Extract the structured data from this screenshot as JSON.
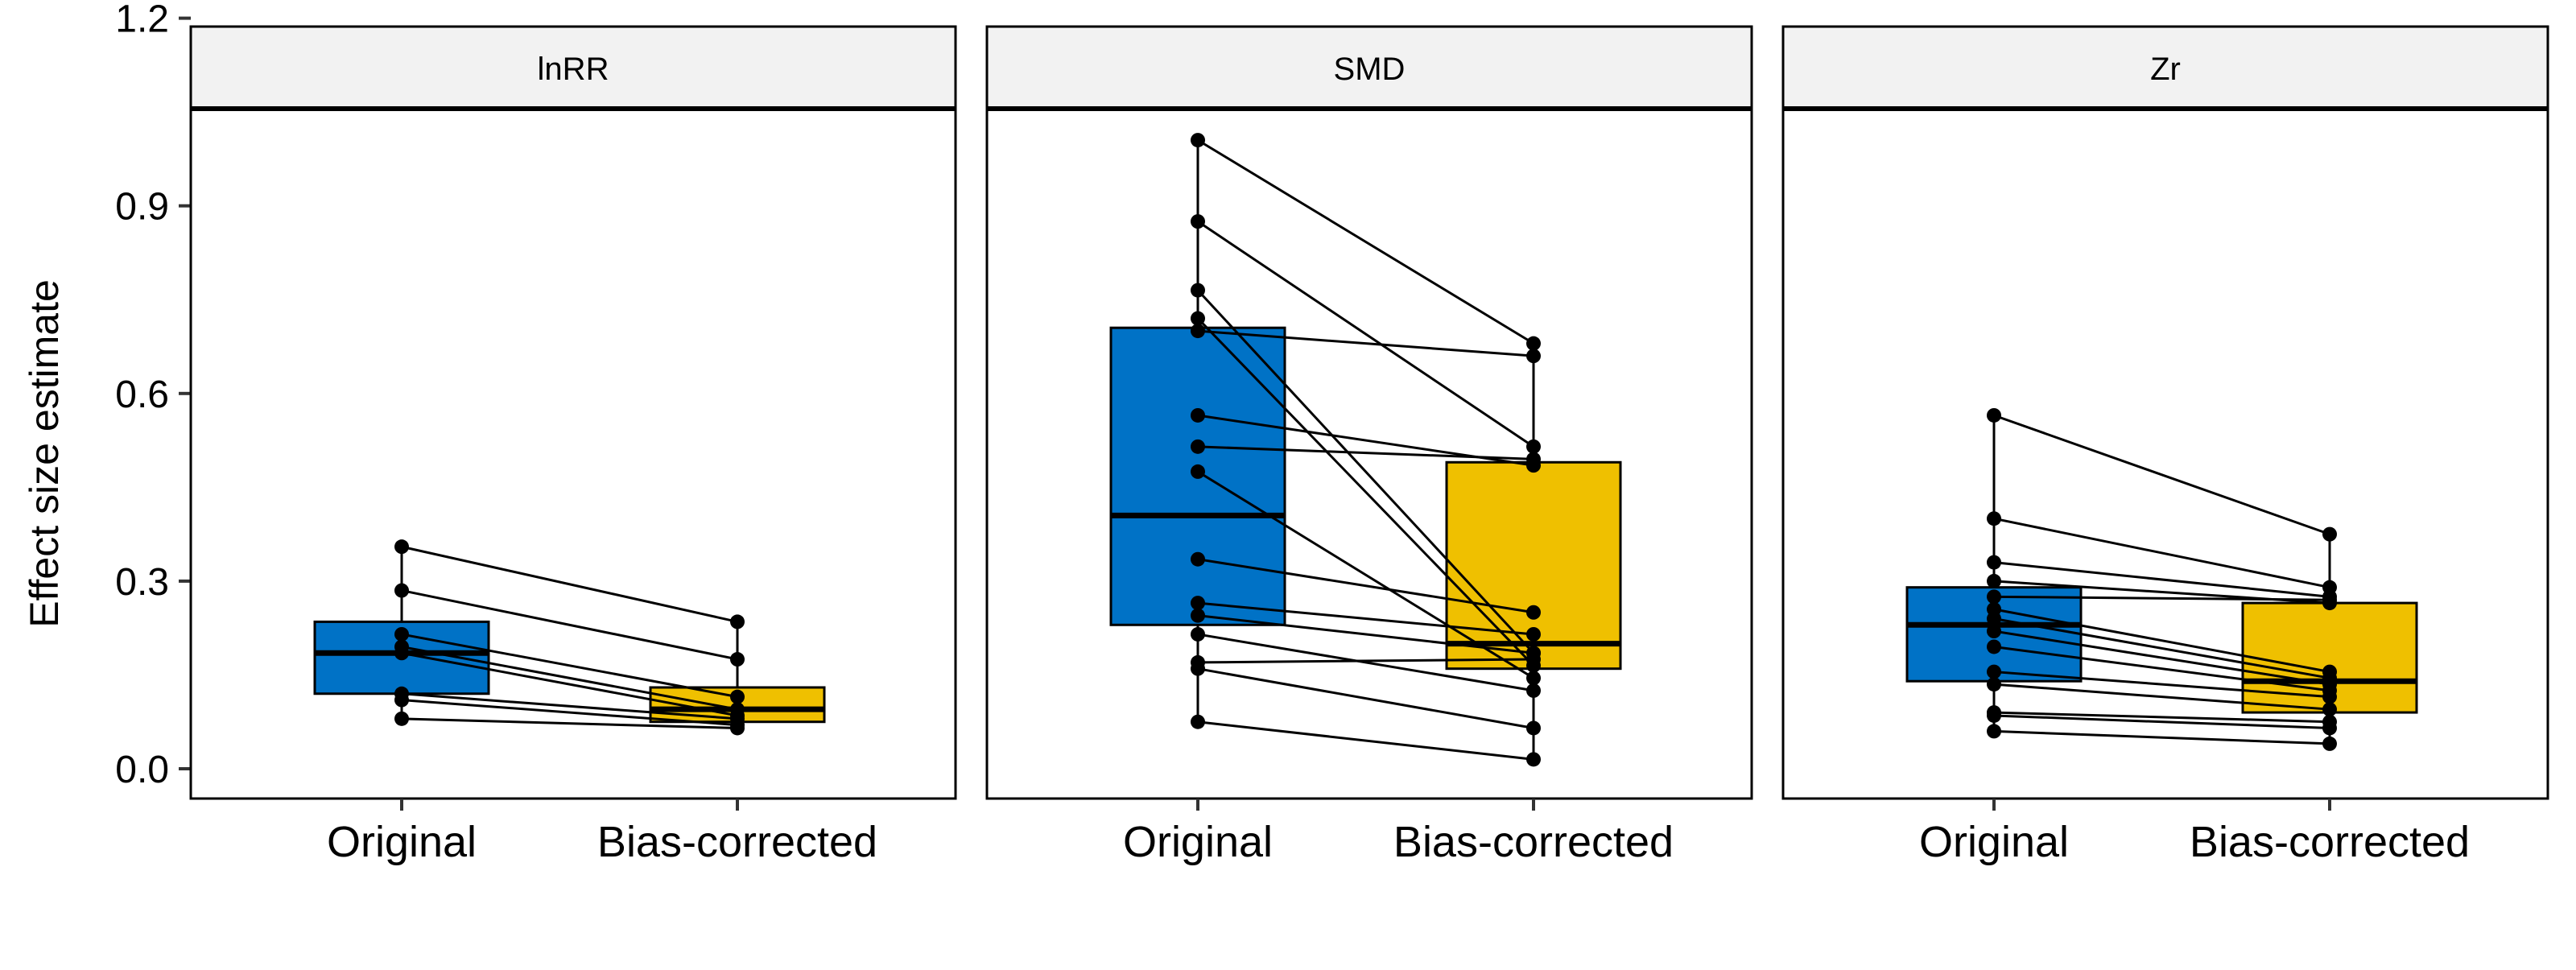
{
  "chart_data": {
    "type": "box",
    "ylabel": "Effect size estimate",
    "ylim": [
      -0.06,
      1.26
    ],
    "yticks": [
      0.0,
      0.3,
      0.6,
      0.9,
      1.2
    ],
    "ytick_labels": [
      "0.0",
      "0.3",
      "0.6",
      "0.9",
      "1.2"
    ],
    "categories": [
      "Original",
      "Bias-corrected"
    ],
    "colors": {
      "Original": "#0072C6",
      "Bias-corrected": "#EFC000"
    },
    "panels": [
      {
        "title": "lnRR",
        "boxes": [
          {
            "q1": 0.12,
            "median": 0.185,
            "q3": 0.235
          },
          {
            "q1": 0.075,
            "median": 0.095,
            "q3": 0.13
          }
        ],
        "pairs": [
          [
            0.355,
            0.235
          ],
          [
            0.285,
            0.175
          ],
          [
            0.215,
            0.115
          ],
          [
            0.195,
            0.095
          ],
          [
            0.185,
            0.085
          ],
          [
            0.12,
            0.08
          ],
          [
            0.11,
            0.07
          ],
          [
            0.08,
            0.065
          ]
        ]
      },
      {
        "title": "SMD",
        "boxes": [
          {
            "q1": 0.23,
            "median": 0.405,
            "q3": 0.705
          },
          {
            "q1": 0.16,
            "median": 0.2,
            "q3": 0.49
          }
        ],
        "pairs": [
          [
            1.005,
            0.68
          ],
          [
            0.875,
            0.515
          ],
          [
            0.765,
            0.185
          ],
          [
            0.72,
            0.165
          ],
          [
            0.7,
            0.66
          ],
          [
            0.565,
            0.485
          ],
          [
            0.515,
            0.495
          ],
          [
            0.475,
            0.145
          ],
          [
            0.335,
            0.25
          ],
          [
            0.265,
            0.215
          ],
          [
            0.245,
            0.185
          ],
          [
            0.215,
            0.125
          ],
          [
            0.17,
            0.175
          ],
          [
            0.16,
            0.065
          ],
          [
            0.075,
            0.015
          ]
        ]
      },
      {
        "title": "Zr",
        "boxes": [
          {
            "q1": 0.14,
            "median": 0.23,
            "q3": 0.29
          },
          {
            "q1": 0.09,
            "median": 0.14,
            "q3": 0.265
          }
        ],
        "pairs": [
          [
            0.565,
            0.375
          ],
          [
            0.4,
            0.29
          ],
          [
            0.33,
            0.275
          ],
          [
            0.3,
            0.265
          ],
          [
            0.275,
            0.27
          ],
          [
            0.255,
            0.155
          ],
          [
            0.24,
            0.145
          ],
          [
            0.22,
            0.135
          ],
          [
            0.195,
            0.125
          ],
          [
            0.155,
            0.115
          ],
          [
            0.135,
            0.095
          ],
          [
            0.09,
            0.075
          ],
          [
            0.085,
            0.065
          ],
          [
            0.06,
            0.04
          ]
        ]
      }
    ]
  }
}
